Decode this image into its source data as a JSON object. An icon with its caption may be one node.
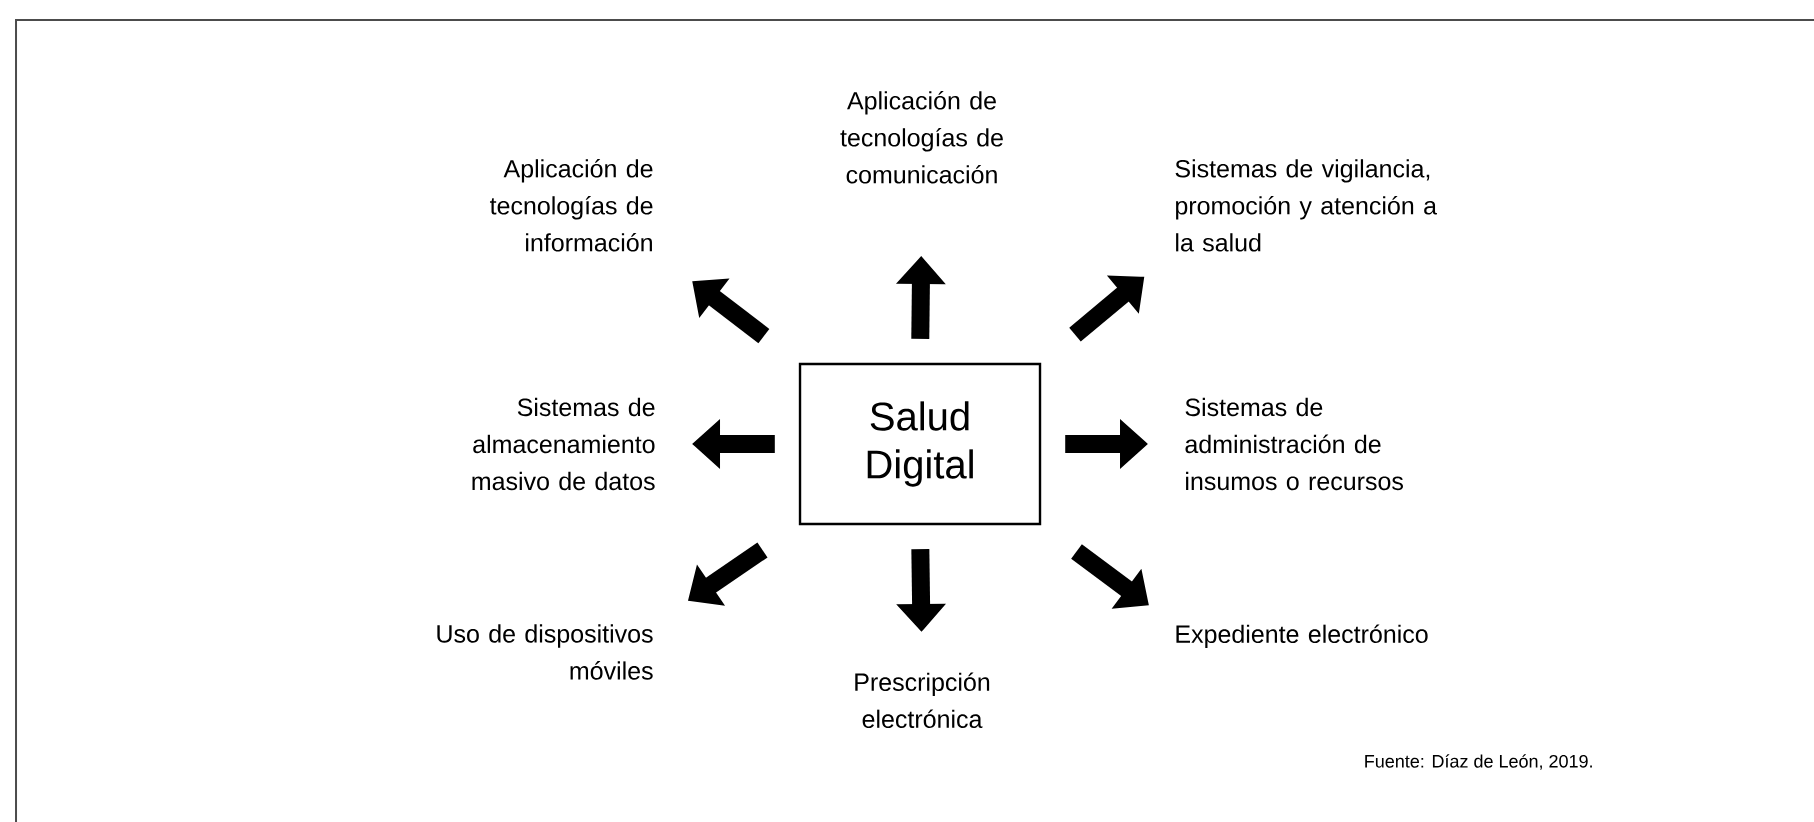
{
  "diagram": {
    "nodes": [
      {
        "text": [
          "Salud Digital"
        ]
      },
      {
        "text": [
          "Aplicación de tecnologías de comunicación"
        ]
      },
      {
        "text": [
          "Aplicación de tecnologías de información"
        ]
      },
      {
        "text": [
          "Sistemas de vigilancia, promoción y atención a la salud"
        ]
      },
      {
        "text": [
          "Sistemas de almacenamiento masivo de datos"
        ]
      },
      {
        "text": [
          "Sistemas de administración de insumos o recursos"
        ]
      },
      {
        "text": [
          "Uso de dispositivos móviles"
        ]
      },
      {
        "text": [
          "Prescripción electrónica"
        ]
      },
      {
        "text": [
          "Expediente electrónico"
        ]
      }
    ],
    "edges": [
      {
        "from": 0,
        "to": 1,
        "arrow": "to"
      },
      {
        "from": 0,
        "to": 2,
        "arrow": "to"
      },
      {
        "from": 0,
        "to": 3,
        "arrow": "to"
      },
      {
        "from": 0,
        "to": 4,
        "arrow": "to"
      },
      {
        "from": 0,
        "to": 5,
        "arrow": "to"
      },
      {
        "from": 0,
        "to": 6,
        "arrow": "to"
      },
      {
        "from": 0,
        "to": 7,
        "arrow": "to"
      },
      {
        "from": 0,
        "to": 8,
        "arrow": "to"
      }
    ],
    "labels": [
      "Fuente: Díaz de León, 2019."
    ]
  }
}
